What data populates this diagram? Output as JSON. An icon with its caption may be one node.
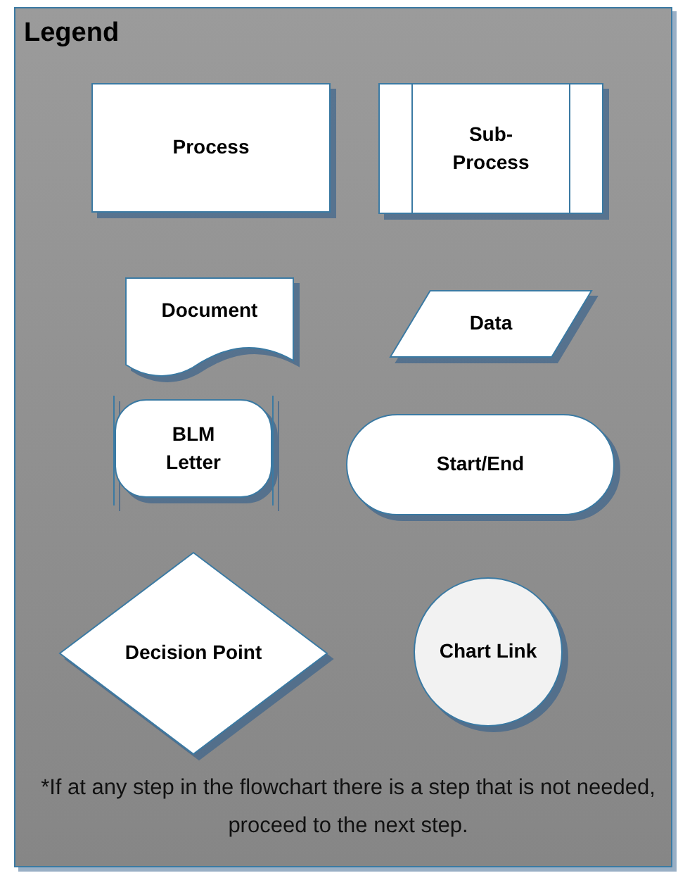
{
  "diagram": {
    "nodes": [
      {
        "text": [
          "Legend",
          "*If at any step in the flowchart there is a step that is not needed, proceed to the next step."
        ]
      },
      {
        "text": [
          "Process"
        ],
        "in": 0
      },
      {
        "text": [
          "Sub- Process"
        ],
        "in": 0
      },
      {
        "text": [
          "Document"
        ],
        "in": 0
      },
      {
        "text": [
          "Data"
        ],
        "in": 0
      },
      {
        "text": [
          "BLM Letter"
        ],
        "in": 0
      },
      {
        "text": [
          "Start/End"
        ],
        "in": 0
      },
      {
        "text": [
          "Decision Point"
        ],
        "in": 0
      },
      {
        "text": [
          "Chart Link"
        ],
        "in": 0
      }
    ]
  }
}
